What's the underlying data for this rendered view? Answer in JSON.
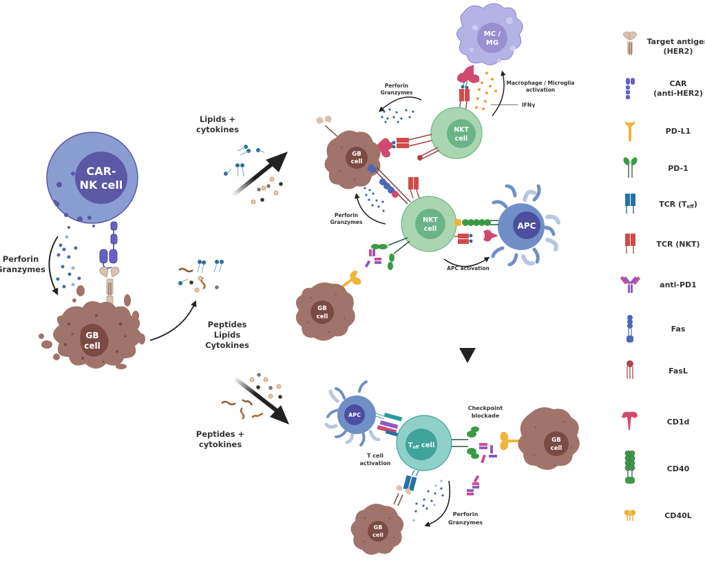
{
  "colors": {
    "gb_cell": "#a0746a",
    "gb_nucleus": "#7b4b43",
    "nk_cell": "#8a9dd0",
    "nk_nucleus": "#5b58a6",
    "nkt_cell": "#a9d6b0",
    "nkt_nucleus": "#6cb487",
    "apc_cell": "#6f8fc6",
    "apc_nucleus": "#4b4f9d",
    "mcmg_cell": "#b5b3e6",
    "mcmg_nucleus": "#9a90d0",
    "teff_cell": "#8fd0c8",
    "teff_nucleus": "#3fa39a",
    "arrow": "#222222",
    "car": "#6662c3",
    "antigen": "#d8c3b3",
    "pdl1": "#f0b43a",
    "pd1": "#3c9a46",
    "tcr_teff": "#2672a0",
    "tcr_nkt": "#d24a4a",
    "anti_pd1": "#8b5cc0",
    "fas": "#4a68b8",
    "fasl": "#b0444c",
    "cd1d": "#d04a70",
    "cd40": "#3c9a46",
    "cd40l": "#f0a52a",
    "granzyme": "#3d63a8",
    "ifng": "#f0a030"
  },
  "cells": {
    "car_nk": {
      "line1": "CAR-",
      "line2": "NK cell"
    },
    "gb_main": {
      "line1": "GB",
      "line2": "cell"
    },
    "gb_top": {
      "line1": "GB",
      "line2": "cell"
    },
    "gb_mid": {
      "line1": "GB",
      "line2": "cell"
    },
    "gb_right": {
      "line1": "GB",
      "line2": "cell"
    },
    "gb_bottom": {
      "line1": "GB",
      "line2": "cell"
    },
    "mc_mg": {
      "line1": "MC /",
      "line2": "MG"
    },
    "nkt_top": {
      "line1": "NKT",
      "line2": "cell"
    },
    "nkt_mid": {
      "line1": "NKT",
      "line2": "cell"
    },
    "apc_mid": {
      "label": "APC"
    },
    "apc_bottom": {
      "label": "APC"
    },
    "teff": {
      "prefix": "T",
      "sub": "eff",
      "suffix": " cell"
    }
  },
  "labels": {
    "perforin_left": {
      "line1": "Perforin",
      "line2": "Granzymes"
    },
    "lipids_cytokines": {
      "line1": "Lipids +",
      "line2": "cytokines"
    },
    "peptides_lipids_cytokines": {
      "line1": "Peptides",
      "line2": "Lipids",
      "line3": "Cytokines"
    },
    "peptides_cytokines": {
      "line1": "Peptides +",
      "line2": "cytokines"
    },
    "perforin_top": {
      "line1": "Perforin",
      "line2": "Granzymes"
    },
    "perforin_mid": {
      "line1": "Perforin",
      "line2": "Granzymes"
    },
    "perforin_bottom": {
      "line1": "Perforin",
      "line2": "Granzymes"
    },
    "macrophage_activation": {
      "line1": "Macrophage / Microglia",
      "line2": "activation"
    },
    "ifng": "IFNγ",
    "apc_activation": "APC activation",
    "checkpoint_blockade": {
      "line1": "Checkpoint",
      "line2": "blockade"
    },
    "t_cell_activation": {
      "line1": "T cell",
      "line2": "activation"
    }
  },
  "legend": [
    {
      "icon": "target-antigen-icon",
      "line1": "Target antigen",
      "line2": "(HER2)"
    },
    {
      "icon": "car-icon",
      "line1": "CAR",
      "line2": "(anti-HER2)"
    },
    {
      "icon": "pd-l1-icon",
      "line1": "PD-L1",
      "line2": ""
    },
    {
      "icon": "pd-1-icon",
      "line1": "PD-1",
      "line2": ""
    },
    {
      "icon": "tcr-teff-icon",
      "line1": "TCR (T",
      "sub": "eff",
      "line1_end": ")",
      "line2": ""
    },
    {
      "icon": "tcr-nkt-icon",
      "line1": "TCR (NKT)",
      "line2": ""
    },
    {
      "icon": "anti-pd1-icon",
      "line1": "anti-PD1",
      "line2": ""
    },
    {
      "icon": "fas-icon",
      "line1": "Fas",
      "line2": ""
    },
    {
      "icon": "fasl-icon",
      "line1": "FasL",
      "line2": ""
    },
    {
      "icon": "cd1d-icon",
      "line1": "CD1d",
      "line2": ""
    },
    {
      "icon": "cd40-icon",
      "line1": "CD40",
      "line2": ""
    },
    {
      "icon": "cd40l-icon",
      "line1": "CD40L",
      "line2": ""
    }
  ]
}
